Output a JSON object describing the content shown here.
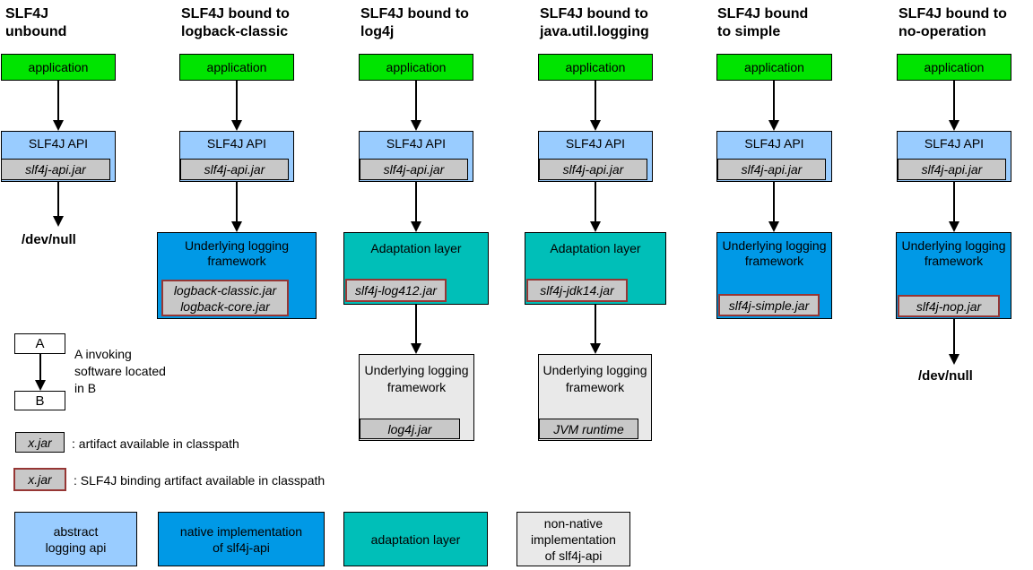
{
  "colors": {
    "application_green": "#00E400",
    "abstract_api_lightblue": "#99CCFF",
    "native_impl_blue": "#0099E6",
    "adaptation_teal": "#00BFB8",
    "jar_gray": "#C8C8C8",
    "non_native_gray": "#E9E9E9",
    "binding_border_red": "#963634"
  },
  "columns": [
    {
      "title": "SLF4J\nunbound",
      "app": "application",
      "api": "SLF4J API",
      "api_jar": "slf4j-api.jar",
      "dest": "/dev/null"
    },
    {
      "title": "SLF4J bound to\nlogback-classic",
      "app": "application",
      "api": "SLF4J API",
      "api_jar": "slf4j-api.jar",
      "framework": "Underlying logging framework",
      "framework_jar": "logback-classic.jar\nlogback-core.jar"
    },
    {
      "title": "SLF4J bound to\nlog4j",
      "app": "application",
      "api": "SLF4J API",
      "api_jar": "slf4j-api.jar",
      "adaptation": "Adaptation layer",
      "adaptation_jar": "slf4j-log412.jar",
      "framework": "Underlying logging framework",
      "framework_jar": "log4j.jar"
    },
    {
      "title": "SLF4J bound to\njava.util.logging",
      "app": "application",
      "api": "SLF4J API",
      "api_jar": "slf4j-api.jar",
      "adaptation": "Adaptation layer",
      "adaptation_jar": "slf4j-jdk14.jar",
      "framework": "Underlying logging framework",
      "framework_jar": "JVM runtime"
    },
    {
      "title": "SLF4J bound\nto simple",
      "app": "application",
      "api": "SLF4J API",
      "api_jar": "slf4j-api.jar",
      "framework": "Underlying logging framework",
      "framework_jar": "slf4j-simple.jar"
    },
    {
      "title": "SLF4J bound to\nno-operation",
      "app": "application",
      "api": "SLF4J API",
      "api_jar": "slf4j-api.jar",
      "framework": "Underlying logging framework",
      "framework_jar": "slf4j-nop.jar",
      "dest": "/dev/null"
    }
  ],
  "legend": {
    "invoke": {
      "a": "A",
      "b": "B",
      "text": "A invoking\nsoftware located\nin B"
    },
    "artifact": {
      "label": "x.jar",
      "desc": ": artifact available in classpath"
    },
    "binding_artifact": {
      "label": "x.jar",
      "desc": ": SLF4J binding artifact available in classpath"
    },
    "color_boxes": [
      {
        "label": "abstract\nlogging api"
      },
      {
        "label": "native implementation\nof slf4j-api"
      },
      {
        "label": "adaptation layer"
      },
      {
        "label": "non-native\nimplementation\nof slf4j-api"
      }
    ]
  }
}
